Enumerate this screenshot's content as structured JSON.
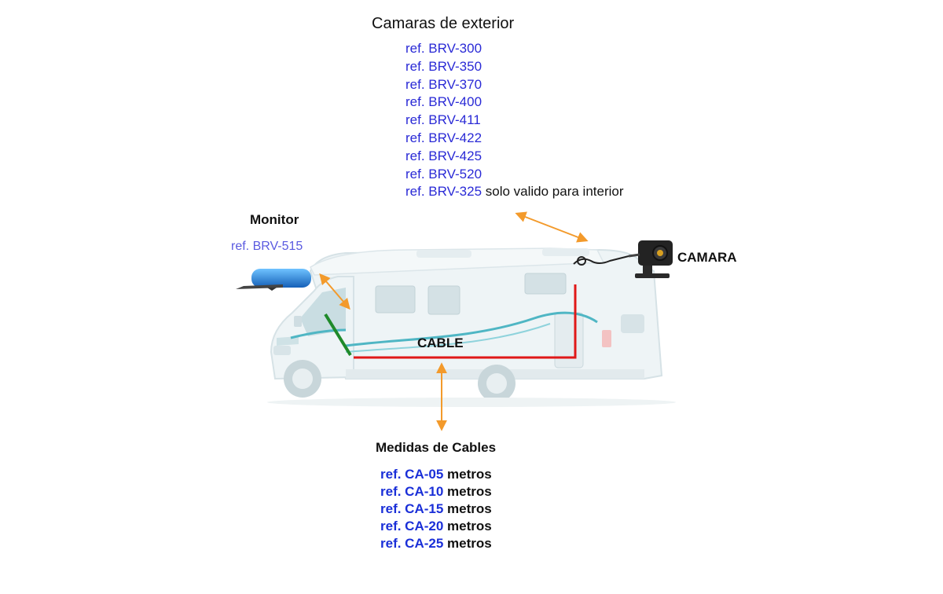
{
  "exterior_cameras": {
    "title": "Camaras de exterior",
    "items": [
      {
        "ref": "ref. BRV-300",
        "note": ""
      },
      {
        "ref": "ref. BRV-350",
        "note": ""
      },
      {
        "ref": "ref. BRV-370",
        "note": ""
      },
      {
        "ref": "ref. BRV-400",
        "note": ""
      },
      {
        "ref": "ref. BRV-411",
        "note": ""
      },
      {
        "ref": "ref. BRV-422",
        "note": ""
      },
      {
        "ref": "ref. BRV-425",
        "note": ""
      },
      {
        "ref": "ref. BRV-520",
        "note": ""
      },
      {
        "ref": "ref. BRV-325",
        "note": " solo valido para interior"
      }
    ]
  },
  "monitor": {
    "label": "Monitor",
    "ref": "ref. BRV-515"
  },
  "camera": {
    "label": "CAMARA"
  },
  "cable": {
    "label": "CABLE"
  },
  "cable_sizes": {
    "title": "Medidas de Cables",
    "items": [
      {
        "ref": "ref. CA-05",
        "unit": " metros"
      },
      {
        "ref": "ref. CA-10",
        "unit": " metros"
      },
      {
        "ref": "ref. CA-15",
        "unit": " metros"
      },
      {
        "ref": "ref. CA-20",
        "unit": " metros"
      },
      {
        "ref": "ref. CA-25",
        "unit": " metros"
      }
    ]
  },
  "colors": {
    "ref_blue": "#2a2ad6",
    "cable_red": "#e01818",
    "monitor_cable_green": "#1f8a2a",
    "arrow_orange": "#f39a2b",
    "van_body": "#eef4f6",
    "van_stripe": "#4fb6c4",
    "monitor_blue": "#1f7fd6"
  },
  "icons": [
    "monitor-icon",
    "camera-icon",
    "motorhome-illustration"
  ]
}
